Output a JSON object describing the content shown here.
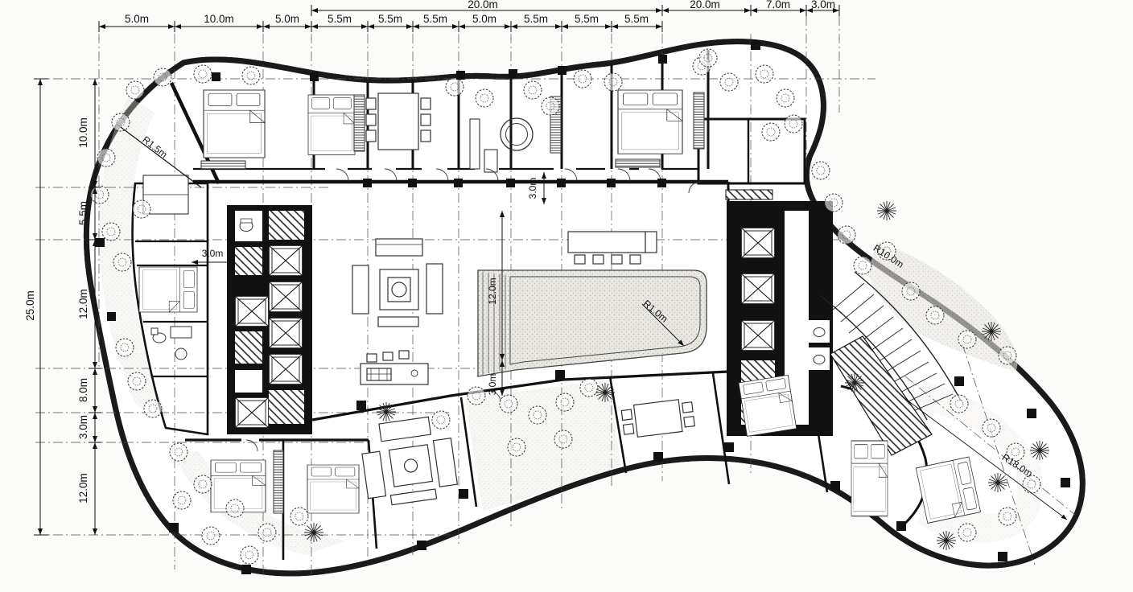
{
  "drawing": {
    "type": "architectural-floor-plan",
    "units": "meters",
    "line_color": "#1a1a1a",
    "paper_color": "#fbfbf9"
  },
  "dims": {
    "top_outer": [
      "20.0m",
      "20.0m",
      "7.0m",
      "3.0m"
    ],
    "top_inner": [
      "5.0m",
      "10.0m",
      "5.0m",
      "5.5m",
      "5.5m",
      "5.5m",
      "5.0m",
      "5.5m",
      "5.5m",
      "5.5m"
    ],
    "left_overall": "25.0m",
    "left_chain": [
      "10.0m",
      "5.5m",
      "12.0m",
      "8.0m",
      "3.0m",
      "12.0m"
    ],
    "interior": {
      "corner_radius_top_left": "R1.5m",
      "left_room_width": "3.0m",
      "corridor_width_top": "3.0m",
      "pool_length": "12.0m",
      "corridor_width_bottom": "3.0m",
      "pool_corner_radius": "R1.0m",
      "garden_path_radius": "R10.0m",
      "east_lobe_radius": "R18.0m"
    }
  }
}
